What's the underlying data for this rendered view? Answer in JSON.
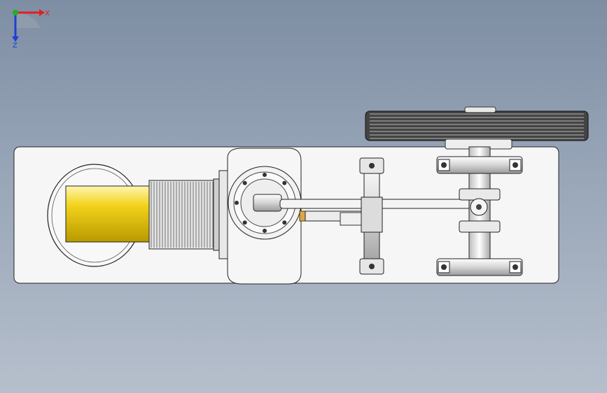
{
  "viewport": {
    "background_top": "#7e8ea3",
    "background_bottom": "#b6bfcc"
  },
  "model": {
    "parts": [
      "base-plate",
      "flywheel-rim",
      "cylinder",
      "cooling-fins",
      "crankcase",
      "connecting-rod",
      "bearing-support",
      "crankshaft",
      "shaft-bearing-block-top",
      "shaft-bearing-block-bottom",
      "pulley"
    ],
    "colors": {
      "part_fill": "#f4f4f4",
      "part_edge": "#222222",
      "cylinder_yellow": "#f2d21a",
      "metal": "#d8d8d8"
    }
  },
  "triad": {
    "x_label": "X",
    "z_label": "Z",
    "x_color": "#e02020",
    "y_color": "#20b020",
    "z_color": "#2040d0"
  }
}
